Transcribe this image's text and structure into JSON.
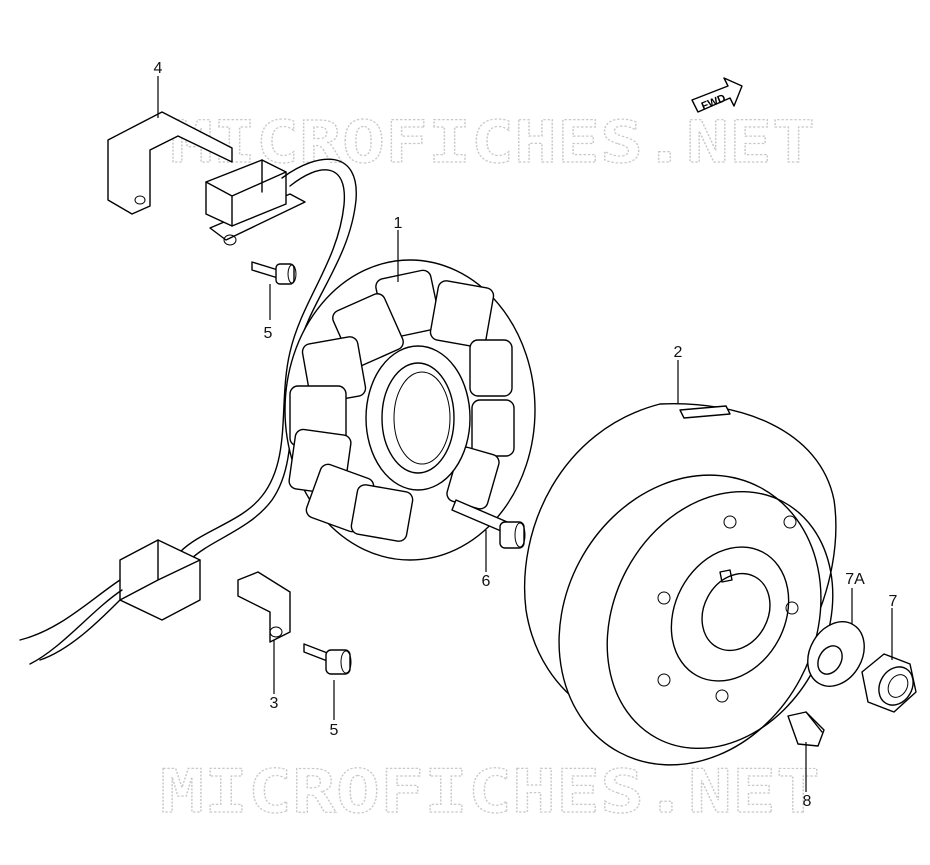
{
  "watermark": "MICROFICHES.NET",
  "fwd_arrow": {
    "text": "FWD"
  },
  "callouts": [
    {
      "id": "stator",
      "label": "1"
    },
    {
      "id": "rotor",
      "label": "2"
    },
    {
      "id": "clamp",
      "label": "3"
    },
    {
      "id": "bracket",
      "label": "4"
    },
    {
      "id": "screw-top",
      "label": "5"
    },
    {
      "id": "screw-bottom",
      "label": "5"
    },
    {
      "id": "stator-bolt",
      "label": "6"
    },
    {
      "id": "nut",
      "label": "7"
    },
    {
      "id": "washer",
      "label": "7A"
    },
    {
      "id": "key",
      "label": "8"
    }
  ]
}
